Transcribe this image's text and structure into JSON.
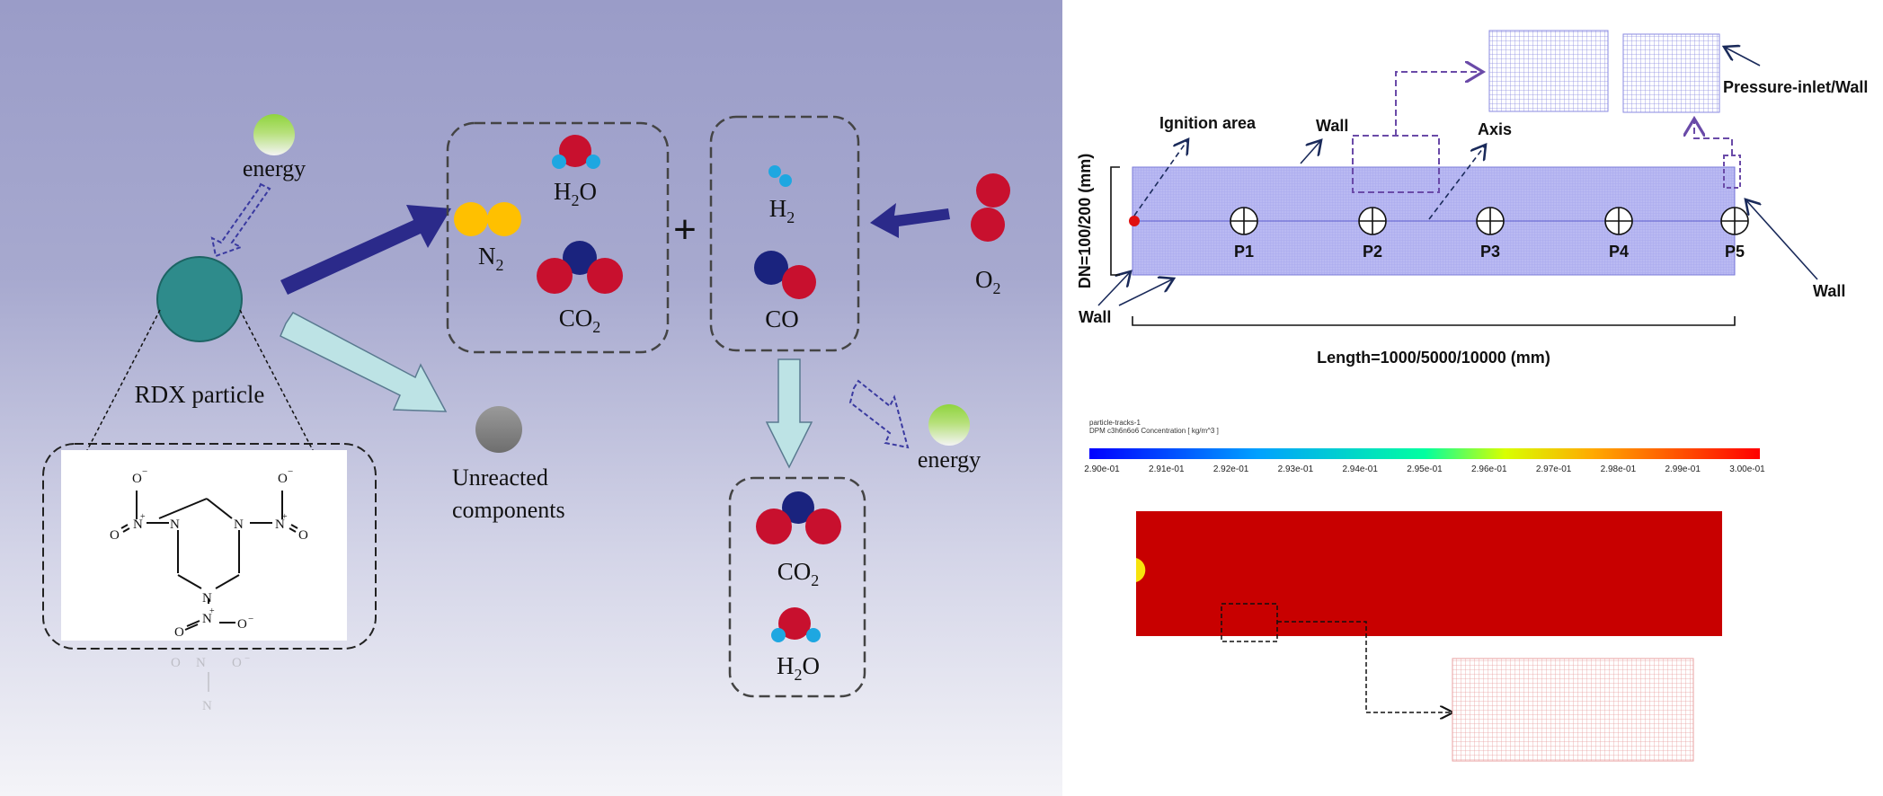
{
  "left_panel": {
    "energy_top": "energy",
    "energy_right": "energy",
    "rdx_label": "RDX particle",
    "unreacted_line1": "Unreacted",
    "unreacted_line2": "components",
    "plus": "+",
    "box1": {
      "h2o": "H",
      "h2o_sub": "2",
      "h2o_o": "O",
      "n2": "N",
      "n2_sub": "2",
      "co2": "CO",
      "co2_sub": "2"
    },
    "box2": {
      "h2": "H",
      "h2_sub": "2",
      "co": "CO"
    },
    "o2": "O",
    "o2_sub": "2",
    "box3": {
      "co2": "CO",
      "co2_sub": "2",
      "h2o": "H",
      "h2o_sub": "2",
      "h2o_o": "O"
    },
    "structure": {
      "o_minus": "O",
      "minus": "−",
      "n": "N",
      "plus": "+",
      "o": "O"
    },
    "colors": {
      "oxygen": "#c8102e",
      "hydrogen": "#1ea7e1",
      "nitrogen": "#ffc000",
      "carbon": "#1a237e",
      "rdx": "#2e8b8b",
      "unreacted": "#808080"
    }
  },
  "geometry_panel": {
    "ignition_label": "Ignition area",
    "wall_top": "Wall",
    "axis_label": "Axis",
    "pressure_label": "Pressure-inlet/Wall",
    "wall_right": "Wall",
    "wall_left": "Wall",
    "dn_label": "DN=100/200 (mm)",
    "length_label": "Length=1000/5000/10000 (mm)",
    "points": [
      "P1",
      "P2",
      "P3",
      "P4",
      "P5"
    ]
  },
  "colorbar": {
    "title_line1": "particle-tracks-1",
    "title_line2": "DPM c3h6n6o6 Concentration [ kg/m^3 ]",
    "ticks": [
      "2.90e-01",
      "2.91e-01",
      "2.92e-01",
      "2.93e-01",
      "2.94e-01",
      "2.95e-01",
      "2.96e-01",
      "2.97e-01",
      "2.98e-01",
      "2.99e-01",
      "3.00e-01"
    ]
  }
}
